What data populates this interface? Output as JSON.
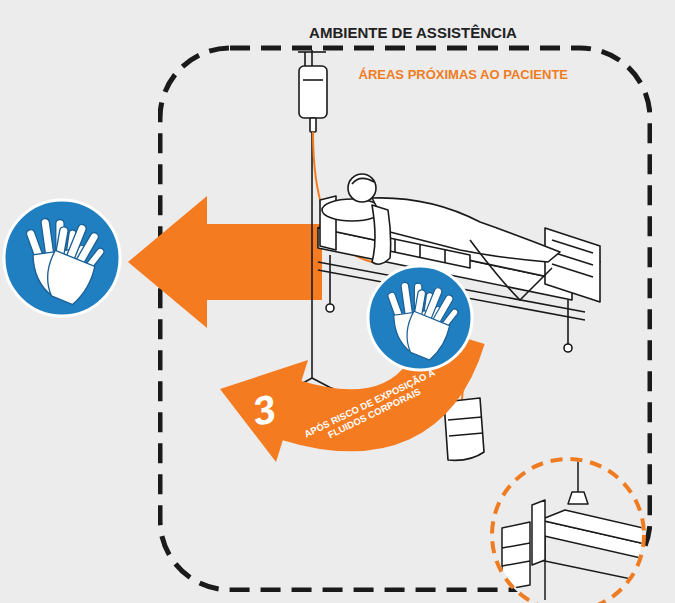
{
  "diagram": {
    "nodes": [
      {
        "text": [
          "AMBIENTE DE ASSISTÊNCIA",
          "ÁREAS PRÓXIMAS AO PACIENTE"
        ]
      }
    ],
    "labels": [
      "3",
      "APÓS RISCO DE EXPOSIÇÃO A FLUIDOS CORPORAIS"
    ]
  }
}
